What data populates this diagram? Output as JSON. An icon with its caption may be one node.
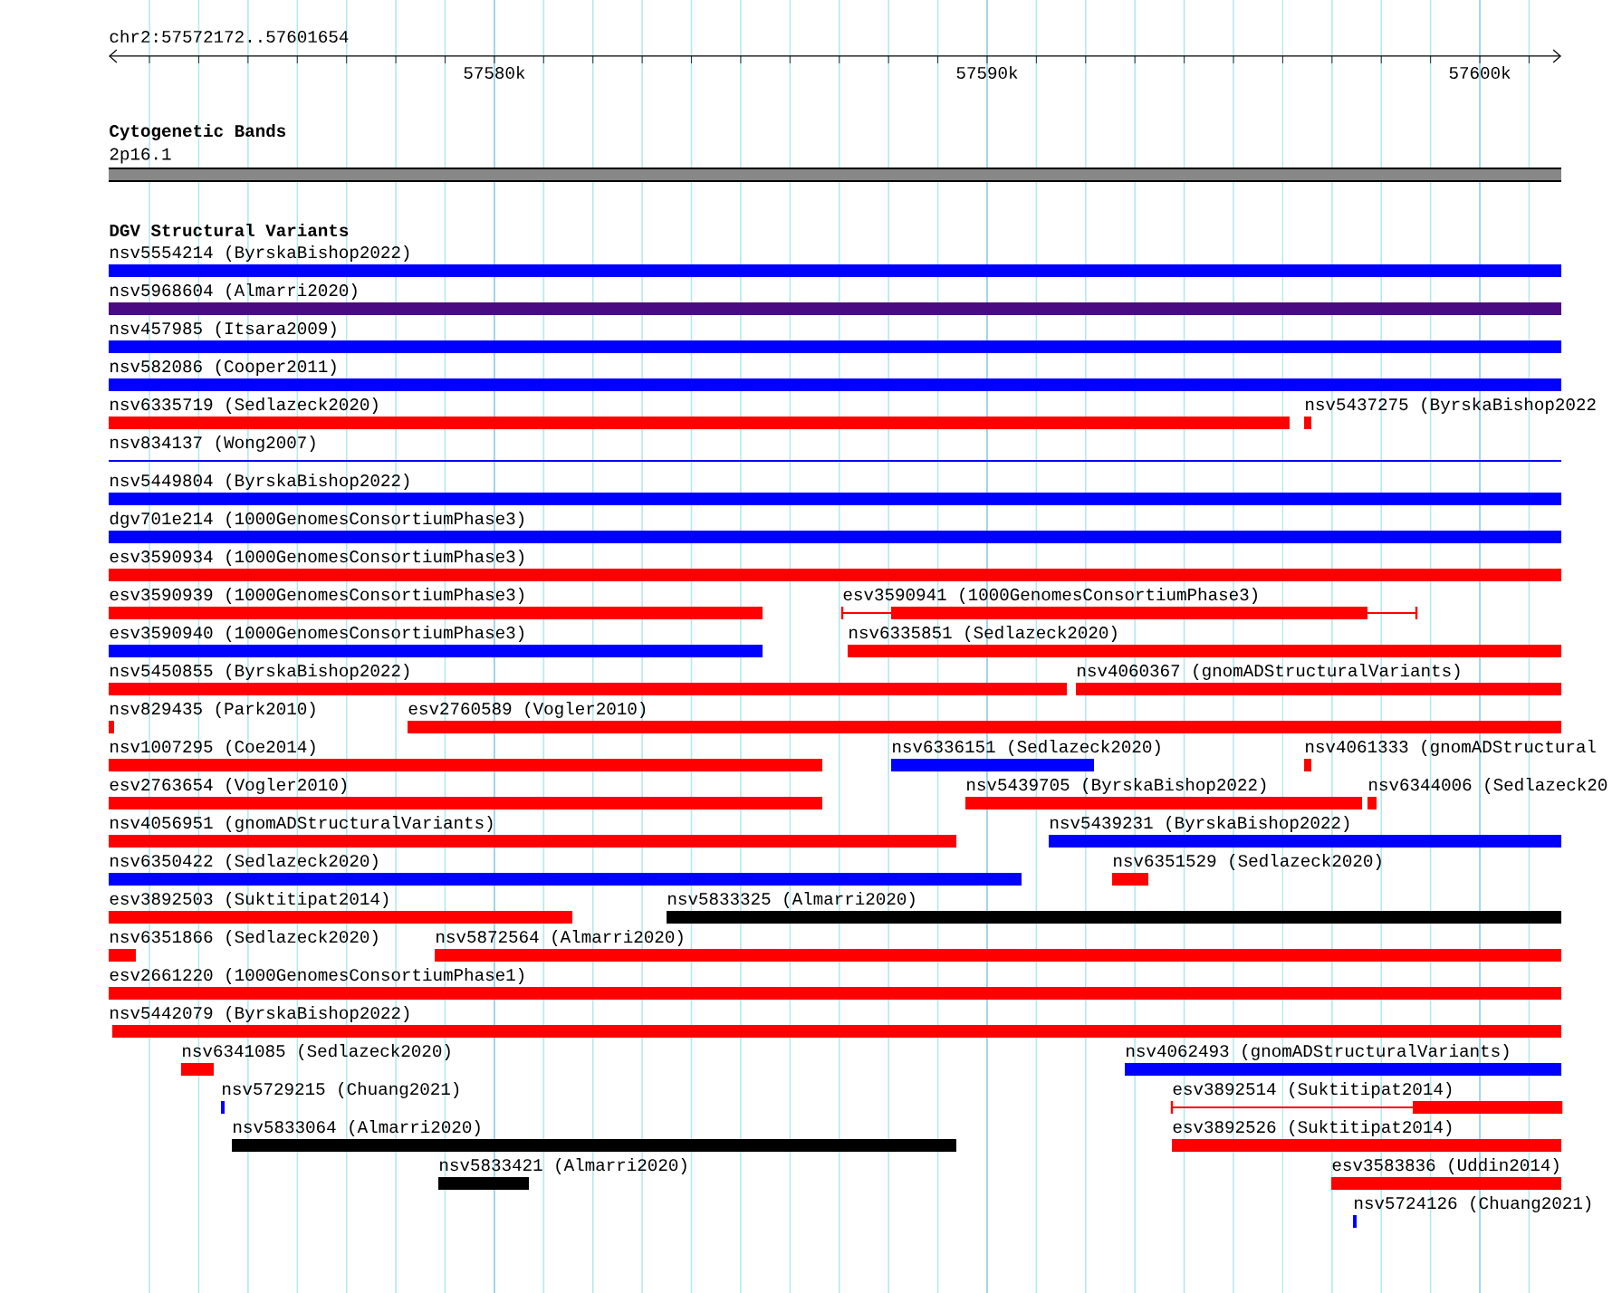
{
  "diagram": {
    "nodes": [
      {
        "text": [
          "2p16.1"
        ]
      },
      {
        "text": [
          "nsv5554214 (ByrskaBishop2022)"
        ]
      },
      {
        "text": [
          "nsv5968604 (Almarri2020)"
        ]
      },
      {
        "text": [
          "nsv457985 (Itsara2009)"
        ]
      },
      {
        "text": [
          "nsv582086 (Cooper2011)"
        ]
      },
      {
        "text": [
          "nsv6335719 (Sedlazeck2020)"
        ]
      },
      {
        "text": [
          "nsv5437275 (ByrskaBishop2022"
        ]
      },
      {
        "text": [
          "nsv834137 (Wong2007)"
        ]
      },
      {
        "text": [
          "nsv5449804 (ByrskaBishop2022)"
        ]
      },
      {
        "text": [
          "dgv701e214 (1000GenomesConsortiumPhase3)"
        ]
      },
      {
        "text": [
          "esv3590934 (1000GenomesConsortiumPhase3)"
        ]
      },
      {
        "text": [
          "esv3590939 (1000GenomesConsortiumPhase3)"
        ]
      },
      {
        "text": [
          "esv3590941 (1000GenomesConsortiumPhase3)"
        ]
      },
      {
        "text": [
          "esv3590940 (1000GenomesConsortiumPhase3)"
        ]
      },
      {
        "text": [
          "nsv6335851 (Sedlazeck2020)"
        ]
      },
      {
        "text": [
          "nsv5450855 (ByrskaBishop2022)"
        ]
      },
      {
        "text": [
          "nsv4060367 (gnomADStructuralVariants)"
        ]
      },
      {
        "text": [
          "nsv829435 (Park2010)"
        ]
      },
      {
        "text": [
          "esv2760589 (Vogler2010)"
        ]
      },
      {
        "text": [
          "nsv1007295 (Coe2014)"
        ]
      },
      {
        "text": [
          "nsv6336151 (Sedlazeck2020)"
        ]
      },
      {
        "text": [
          "nsv4061333 (gnomADStructural"
        ]
      },
      {
        "text": [
          "esv2763654 (Vogler2010)"
        ]
      },
      {
        "text": [
          "nsv5439705 (ByrskaBishop2022)"
        ]
      },
      {
        "text": [
          "nsv6344006 (Sedlazeck20"
        ]
      },
      {
        "text": [
          "nsv4056951 (gnomADStructuralVariants)"
        ]
      },
      {
        "text": [
          "nsv5439231 (ByrskaBishop2022)"
        ]
      },
      {
        "text": [
          "nsv6350422 (Sedlazeck2020)"
        ]
      },
      {
        "text": [
          "nsv6351529 (Sedlazeck2020)"
        ]
      },
      {
        "text": [
          "esv3892503 (Suktitipat2014)"
        ]
      },
      {
        "text": [
          "nsv5833325 (Almarri2020)"
        ]
      },
      {
        "text": [
          "nsv6351866 (Sedlazeck2020)"
        ]
      },
      {
        "text": [
          "nsv5872564 (Almarri2020)"
        ]
      },
      {
        "text": [
          "esv2661220 (1000GenomesConsortiumPhase1)"
        ]
      },
      {
        "text": [
          "nsv5442079 (ByrskaBishop2022)"
        ]
      },
      {
        "text": [
          "nsv6341085 (Sedlazeck2020)"
        ]
      },
      {
        "text": [
          "nsv4062493 (gnomADStructuralVariants)"
        ]
      },
      {
        "text": [
          "nsv5729215 (Chuang2021)"
        ]
      },
      {
        "text": [
          "esv3892514 (Suktitipat2014)"
        ]
      },
      {
        "text": [
          "nsv5833064 (Almarri2020)"
        ]
      },
      {
        "text": [
          "esv3892526 (Suktitipat2014)"
        ]
      },
      {
        "text": [
          "nsv5833421 (Almarri2020)"
        ]
      },
      {
        "text": [
          "esv3583836 (Uddin2014)"
        ]
      },
      {
        "text": [
          "nsv5724126 (Chuang2021)"
        ]
      }
    ],
    "labels": [
      "chr2:57572172..57601654",
      "57580k",
      "57590k",
      "57600k",
      "Cytogenetic Bands",
      "DGV Structural Variants"
    ]
  }
}
